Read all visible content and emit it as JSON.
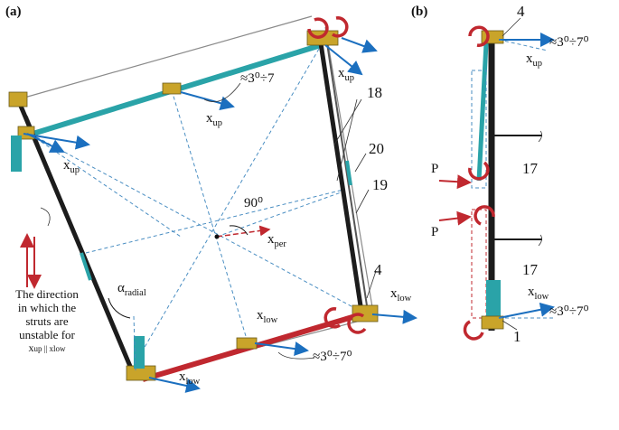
{
  "panels": {
    "a": "(a)",
    "b": "(b)"
  },
  "labels": {
    "approx_top": "≈3⁰÷7",
    "approx_mid": "≈3⁰÷7⁰",
    "approx_b_top": "≈3⁰÷7⁰",
    "approx_b_bot": "≈3⁰÷7⁰",
    "angle_90": "90⁰",
    "alpha": "α",
    "alpha_sub": "radial",
    "x_up_main": "x",
    "sub_up": "up",
    "sub_low": "low",
    "sub_per": "per",
    "num_18": "18",
    "num_20": "20",
    "num_19": "19",
    "num_4a": "4",
    "num_4b": "4",
    "num_17a": "17",
    "num_17b": "17",
    "num_1": "1",
    "p1": "P",
    "p2": "P",
    "note_lines": [
      "The direction",
      "in which the",
      "struts are",
      "unstable for",
      "x"
    ],
    "note_last_tail": "up || x",
    "note_last_end": "low"
  },
  "colors": {
    "teal": "#2aa3a8",
    "dark": "#1c1c1c",
    "red": "#c0282f",
    "blue": "#1b6fbf",
    "dash": "#4a8ec2",
    "gold": "#c9a42a",
    "grey": "#8a8a8a"
  }
}
